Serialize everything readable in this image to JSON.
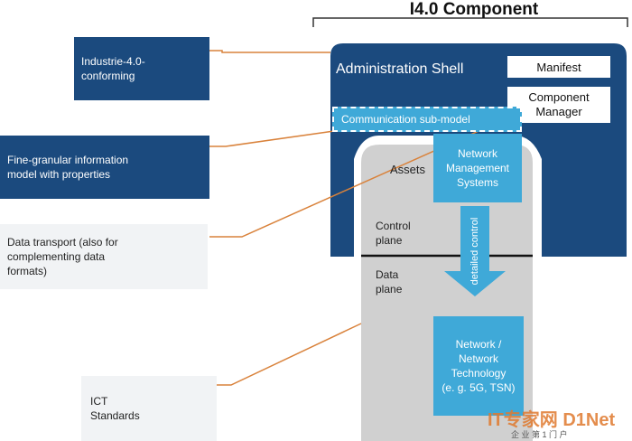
{
  "component": {
    "title": "I4.0 Component"
  },
  "left_labels": [
    {
      "text": "Industrie-4.0-\nconforming"
    },
    {
      "text": "Fine-granular information\nmodel with properties"
    },
    {
      "text": "Data transport (also for\ncomplementing data\nformats)"
    },
    {
      "text": "ICT\nStandards"
    }
  ],
  "shell": {
    "title": "Administration Shell",
    "manifest": "Manifest",
    "component_manager": "Component\nManager",
    "comm_submodel": "Communication sub-model"
  },
  "asset": {
    "assets_label": "Assets",
    "nms": "Network\nManagement\nSystems",
    "control_plane": "Control\nplane",
    "data_plane": "Data\nplane",
    "arrow_label": "detailed control",
    "network_tech": "Network /\nNetwork\nTechnology\n(e. g. 5G, TSN)"
  },
  "watermark": {
    "brand": "IT专家网 D1Net",
    "sub": "企 业 第 1 门 户"
  },
  "colors": {
    "navy": "#1b4a7e",
    "cyan": "#3fa9d8",
    "connector": "#d9823b",
    "gray": "#cfcfcf"
  }
}
